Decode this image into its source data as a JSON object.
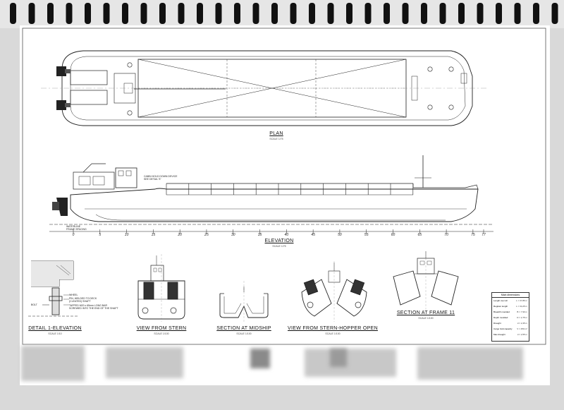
{
  "drawing": {
    "plan": {
      "title": "PLAN",
      "scale": "SCALE 1/75"
    },
    "elevation": {
      "title": "ELEVATION",
      "scale": "SCALE 1/75"
    },
    "detail": {
      "title": "DETAIL 1-ELEVATION",
      "scale": "SCALE 1/10"
    },
    "view_stern": {
      "title": "VIEW FROM STERN",
      "scale": "SCALE 1/100"
    },
    "section_midship": {
      "title": "SECTION AT MIDSHIP",
      "scale": "SCALE 1/100"
    },
    "view_hopper": {
      "title": "VIEW FROM STERN-HOPPER OPEN",
      "scale": "SCALE 1/100"
    },
    "section_frame": {
      "title": "SECTION AT FRAME 11",
      "scale": "SCALE 1/100"
    }
  },
  "notes": {
    "cabin_hold_down": "CABIN HOLD DOWN DEVICE\nSEE DETAIL 'E'",
    "waterline": "WATERLINE",
    "frame_spacing": "FRAME SPACING",
    "detail_wheel": "WHEEL",
    "detail_pin": "PIN, WELDED TO DECK\n(CLEATED) SHAFT",
    "detail_tapped": "TAPPED M20 x 65mm LONG BAR\nSCREWED INTO THE END OF THE SHAFT",
    "detail_bolt": "BOLT"
  },
  "frame_ticks": [
    "0",
    "5",
    "10",
    "15",
    "20",
    "25",
    "30",
    "35",
    "40",
    "45",
    "50",
    "55",
    "60",
    "65",
    "70",
    "75",
    "77"
  ],
  "particulars": {
    "header": "Main dimensions",
    "rows": [
      {
        "label": "Length over all",
        "value": "L = 37,86 m"
      },
      {
        "label": "Register length",
        "value": "L = 34,25 m"
      },
      {
        "label": "Breadth moulded",
        "value": "B = 7,90 m"
      },
      {
        "label": "Depth moulded",
        "value": "D = 2,75 m"
      },
      {
        "label": "Draught",
        "value": "d = 2,45 m"
      },
      {
        "label": "Cargo hold capacity",
        "value": "V = 250 m³"
      },
      {
        "label": "Max draught",
        "value": "d = 2,55 m"
      }
    ]
  }
}
